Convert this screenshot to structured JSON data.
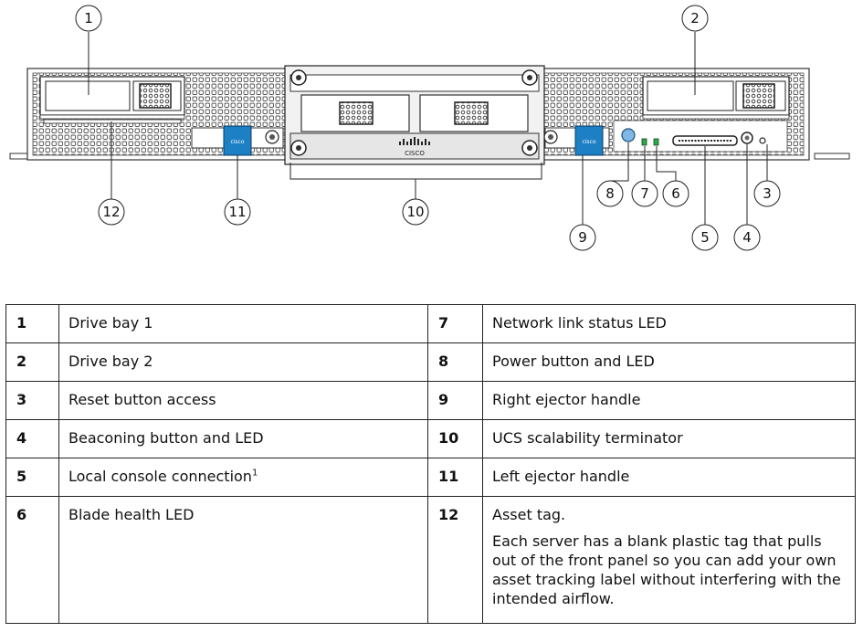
{
  "callouts": [
    "1",
    "2",
    "3",
    "4",
    "5",
    "6",
    "7",
    "8",
    "9",
    "10",
    "11",
    "12"
  ],
  "panel": {
    "logo_text": "CISCO"
  },
  "legend": {
    "rows": [
      {
        "left_num": "1",
        "left_label": "Drive bay 1",
        "right_num": "7",
        "right_label": "Network link status LED"
      },
      {
        "left_num": "2",
        "left_label": "Drive bay 2",
        "right_num": "8",
        "right_label": "Power button and LED"
      },
      {
        "left_num": "3",
        "left_label": "Reset button access",
        "right_num": "9",
        "right_label": "Right ejector handle"
      },
      {
        "left_num": "4",
        "left_label": "Beaconing button and LED",
        "right_num": "10",
        "right_label": "UCS scalability terminator"
      },
      {
        "left_num": "5",
        "left_label": "Local console connection",
        "left_sup": "1",
        "right_num": "11",
        "right_label": "Left ejector handle"
      },
      {
        "left_num": "6",
        "left_label": "Blade health LED",
        "right_num": "12",
        "right_label": "Asset tag.",
        "right_note": "Each server has a blank plastic tag that pulls out of the front panel so you can add your own asset tracking label without interfering with the intended airflow."
      }
    ]
  }
}
